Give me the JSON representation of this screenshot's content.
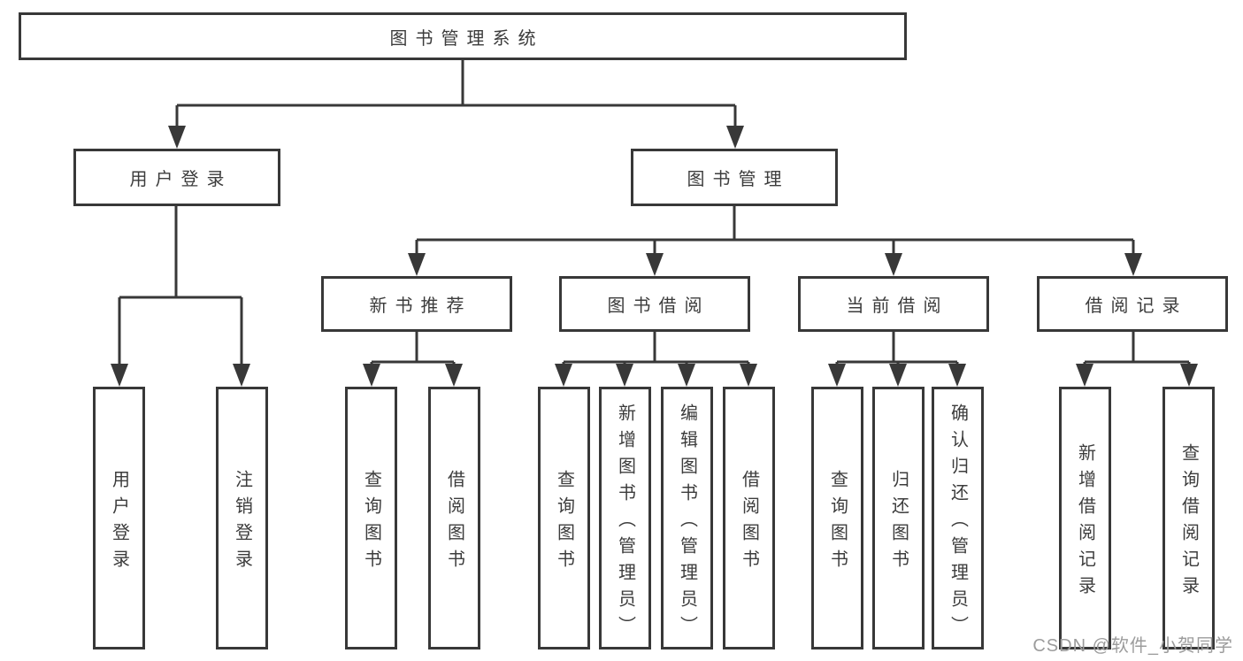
{
  "diagram": {
    "root": {
      "label": "图书管理系统"
    },
    "branches": [
      {
        "label": "用户登录",
        "children": [
          {
            "label": "用户登录"
          },
          {
            "label": "注销登录"
          }
        ]
      },
      {
        "label": "图书管理",
        "sections": [
          {
            "label": "新书推荐",
            "children": [
              {
                "label": "查询图书"
              },
              {
                "label": "借阅图书"
              }
            ]
          },
          {
            "label": "图书借阅",
            "children": [
              {
                "label": "查询图书"
              },
              {
                "label": "新增图书（管理员）"
              },
              {
                "label": "编辑图书（管理员）"
              },
              {
                "label": "借阅图书"
              }
            ]
          },
          {
            "label": "当前借阅",
            "children": [
              {
                "label": "查询图书"
              },
              {
                "label": "归还图书"
              },
              {
                "label": "确认归还（管理员）"
              }
            ]
          },
          {
            "label": "借阅记录",
            "children": [
              {
                "label": "新增借阅记录"
              },
              {
                "label": "查询借阅记录"
              }
            ]
          }
        ]
      }
    ]
  },
  "watermark": {
    "text": "CSDN @软件_小贺同学"
  },
  "colors": {
    "line": "#383838",
    "text": "#3c3c3c",
    "watermark": "#9c9c9c",
    "background": "#ffffff"
  }
}
